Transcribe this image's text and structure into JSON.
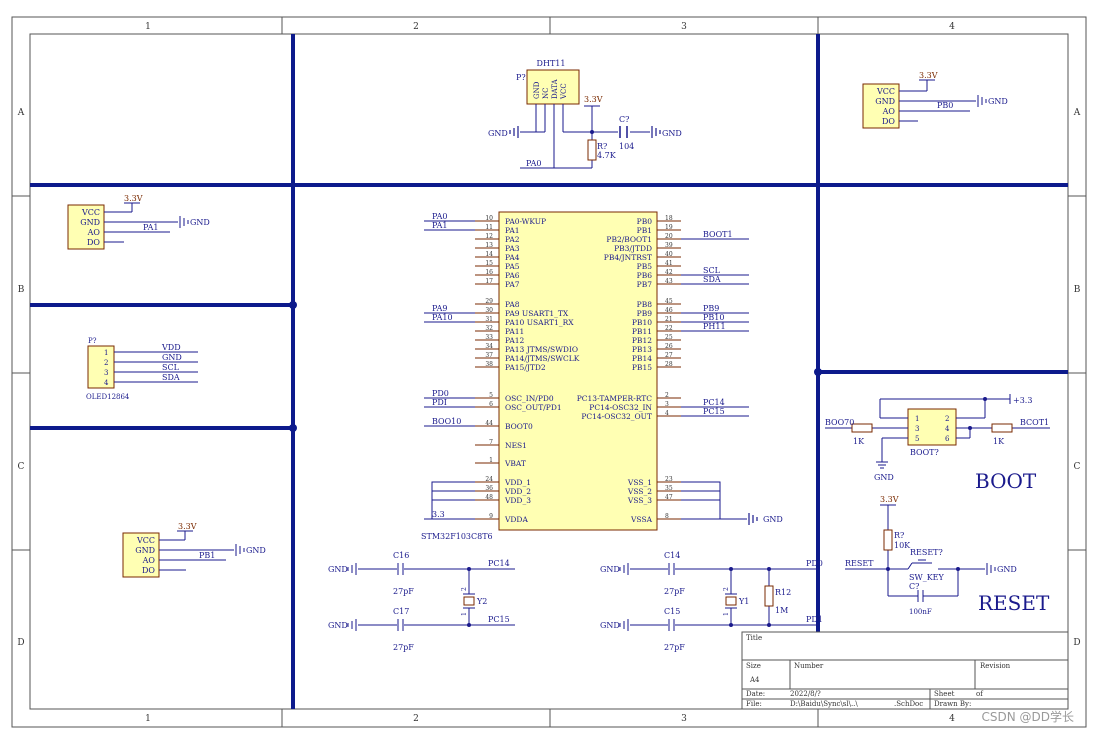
{
  "border": {
    "columns": [
      "1",
      "2",
      "3",
      "4"
    ],
    "rows": [
      "A",
      "B",
      "C",
      "D"
    ]
  },
  "dht11": {
    "designator": "DHT11",
    "ref": "P?",
    "pins": [
      "GND",
      "NC",
      "DATA",
      "VCC"
    ],
    "supply": "3.3V",
    "cap_ref": "C?",
    "cap_value": "104",
    "res_ref": "R?",
    "res_value": "4.7K",
    "net": "PA0",
    "gnd_left": "GND",
    "gnd_right": "GND"
  },
  "sensor_pb0": {
    "pins": [
      "VCC",
      "GND",
      "AO",
      "DO"
    ],
    "supply": "3.3V",
    "net": "PB0",
    "gnd": "GND"
  },
  "sensor_pa1": {
    "pins": [
      "VCC",
      "GND",
      "AO",
      "DO"
    ],
    "supply": "3.3V",
    "net": "PA1",
    "gnd": "GND"
  },
  "sensor_pb1": {
    "pins": [
      "VCC",
      "GND",
      "AO",
      "DO"
    ],
    "supply": "3.3V",
    "net": "PB1",
    "gnd": "GND"
  },
  "oled": {
    "ref": "P?",
    "name": "OLED12864",
    "pin_numbers": [
      "1",
      "2",
      "3",
      "4"
    ],
    "nets": [
      "VDD",
      "GND",
      "SCL",
      "SDA"
    ]
  },
  "mcu": {
    "part": "STM32F103C8T6",
    "left_pins": [
      {
        "num": "10",
        "name": "PA0-WKUP",
        "net": "PA0"
      },
      {
        "num": "11",
        "name": "PA1",
        "net": "PA1"
      },
      {
        "num": "12",
        "name": "PA2",
        "net": ""
      },
      {
        "num": "13",
        "name": "PA3",
        "net": ""
      },
      {
        "num": "14",
        "name": "PA4",
        "net": ""
      },
      {
        "num": "15",
        "name": "PA5",
        "net": ""
      },
      {
        "num": "16",
        "name": "PA6",
        "net": ""
      },
      {
        "num": "17",
        "name": "PA7",
        "net": ""
      },
      {
        "num": "29",
        "name": "PA8",
        "net": ""
      },
      {
        "num": "30",
        "name": "PA9 USART1_TX",
        "net": "PA9"
      },
      {
        "num": "31",
        "name": "PA10 USART1_RX",
        "net": "PA10"
      },
      {
        "num": "32",
        "name": "PA11",
        "net": ""
      },
      {
        "num": "33",
        "name": "PA12",
        "net": ""
      },
      {
        "num": "34",
        "name": "PA13 JTMS/SWDIO",
        "net": ""
      },
      {
        "num": "37",
        "name": "PA14/JTMS/SWCLK",
        "net": ""
      },
      {
        "num": "38",
        "name": "PA15/JTD2",
        "net": ""
      },
      {
        "num": "5",
        "name": "OSC_IN/PD0",
        "net": "PD0"
      },
      {
        "num": "6",
        "name": "OSC_OUT/PD1",
        "net": "PDI"
      },
      {
        "num": "44",
        "name": "BOOT0",
        "net": "BOO10"
      },
      {
        "num": "7",
        "name": "NES1",
        "net": ""
      },
      {
        "num": "1",
        "name": "VBAT",
        "net": ""
      },
      {
        "num": "24",
        "name": "VDD_1",
        "net": ""
      },
      {
        "num": "36",
        "name": "VDD_2",
        "net": ""
      },
      {
        "num": "48",
        "name": "VDD_3",
        "net": ""
      },
      {
        "num": "9",
        "name": "VDDA",
        "net": "3.3"
      }
    ],
    "right_pins": [
      {
        "num": "18",
        "name": "PB0",
        "net": ""
      },
      {
        "num": "19",
        "name": "PB1",
        "net": ""
      },
      {
        "num": "20",
        "name": "PB2/BOOT1",
        "net": "BOOT1"
      },
      {
        "num": "39",
        "name": "PB3/JTDD",
        "net": ""
      },
      {
        "num": "40",
        "name": "PB4/JNTRST",
        "net": ""
      },
      {
        "num": "41",
        "name": "PB5",
        "net": ""
      },
      {
        "num": "42",
        "name": "PB6",
        "net": "SCL"
      },
      {
        "num": "43",
        "name": "PB7",
        "net": "SDA"
      },
      {
        "num": "45",
        "name": "PB8",
        "net": ""
      },
      {
        "num": "46",
        "name": "PB9",
        "net": "PB9"
      },
      {
        "num": "21",
        "name": "PB10",
        "net": "PB10"
      },
      {
        "num": "22",
        "name": "PB11",
        "net": "PH11"
      },
      {
        "num": "25",
        "name": "PB12",
        "net": ""
      },
      {
        "num": "26",
        "name": "PB13",
        "net": ""
      },
      {
        "num": "27",
        "name": "PB14",
        "net": ""
      },
      {
        "num": "28",
        "name": "PB15",
        "net": ""
      },
      {
        "num": "2",
        "name": "PC13-TAMPER-RTC",
        "net": ""
      },
      {
        "num": "3",
        "name": "PC14-OSC32_IN",
        "net": "PC14"
      },
      {
        "num": "4",
        "name": "PC14-OSC32_OUT",
        "net": "PC15"
      },
      {
        "num": "23",
        "name": "VSS_1",
        "net": ""
      },
      {
        "num": "35",
        "name": "VSS_2",
        "net": ""
      },
      {
        "num": "47",
        "name": "VSS_3",
        "net": ""
      },
      {
        "num": "8",
        "name": "VSSA",
        "net": "GND"
      }
    ]
  },
  "osc32": {
    "c_top_ref": "C16",
    "c_top_val": "27pF",
    "c_bot_ref": "C17",
    "c_bot_val": "27pF",
    "crystal": "Y2",
    "pin1": "1",
    "pin2": "2",
    "net_top": "PC14",
    "net_bot": "PC15",
    "gnd": "GND"
  },
  "osc8": {
    "c_top_ref": "C14",
    "c_top_val": "27pF",
    "c_bot_ref": "C15",
    "c_bot_val": "27pF",
    "crystal": "Y1",
    "pin1": "1",
    "pin2": "2",
    "res_ref": "R12",
    "res_val": "1M",
    "net_top": "PD0",
    "net_bot": "PD1",
    "gnd": "GND"
  },
  "boot": {
    "title": "BOOT",
    "header_ref": "BOOT?",
    "pin_numbers": [
      "1",
      "2",
      "3",
      "4",
      "5",
      "6"
    ],
    "supply": "+3.3",
    "left_net": "BOO70",
    "right_net": "BCOT1",
    "res_left": "1K",
    "res_right": "1K",
    "gnd": "GND"
  },
  "reset": {
    "title": "RESET",
    "supply": "3.3V",
    "res_ref": "R?",
    "res_val": "10K",
    "switch_ref": "RESET?",
    "switch_name": "SW_KEY",
    "cap_ref": "C?",
    "cap_val": "100nF",
    "net": "RESET",
    "gnd": "GND"
  },
  "title_block": {
    "title": "Title",
    "size_label": "Size",
    "size_value": "A4",
    "number_label": "Number",
    "revision_label": "Revision",
    "date_label": "Date:",
    "date_value": "2022/8/?",
    "file_label": "File:",
    "file_value": "D:\\Baidu\\Sync\\sl\\..\\",
    "file_ext": ".SchDoc",
    "sheet_label": "Sheet",
    "of_label": "of",
    "drawn_label": "Drawn By:"
  },
  "watermark": "CSDN @DD学长",
  "colors": {
    "wire": "#1a1a8c",
    "part_fill": "#ffffb3",
    "part_stroke": "#7a2a00",
    "frame": "#555555",
    "divider": "#0d1a8c",
    "pin": "#7a2a00",
    "text": "#1a1a8c"
  }
}
